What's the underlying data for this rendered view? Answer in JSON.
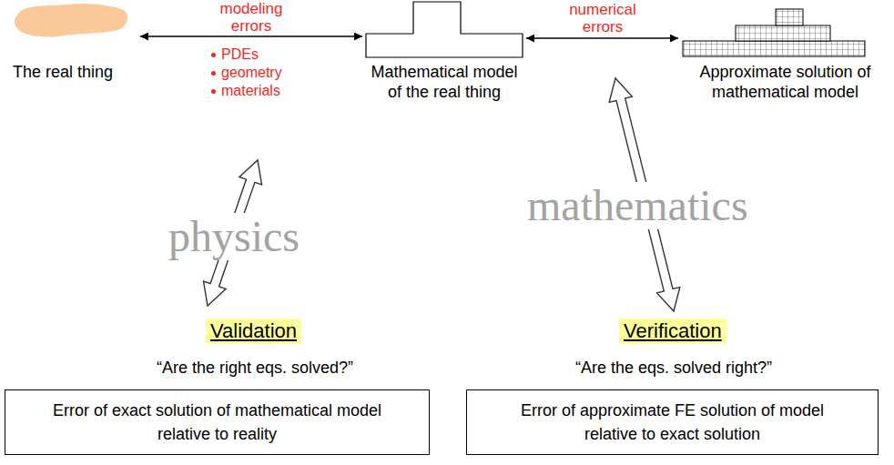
{
  "diagram": {
    "nodes": [
      {
        "text": [
          "The real thing"
        ]
      },
      {
        "text": [
          "Mathematical model of the real thing"
        ]
      },
      {
        "text": [
          "Approximate solution of mathematical model"
        ]
      },
      {
        "text": [
          "Validation"
        ]
      },
      {
        "text": [
          "Verification"
        ]
      },
      {
        "text": [
          "Error of exact solution of mathematical model relative to reality"
        ]
      },
      {
        "text": [
          "Error of approximate FE solution of model relative to exact solution"
        ]
      }
    ],
    "edges": [
      {
        "from": 0,
        "to": 1,
        "label": "modeling errors",
        "arrow": "both"
      },
      {
        "from": 1,
        "to": 2,
        "label": "numerical errors",
        "arrow": "both"
      }
    ],
    "labels": [
      "PDEs",
      "geometry",
      "materials",
      "physics",
      "mathematics",
      "“Are the right eqs. solved?”",
      "“Are the eqs. solved right?”"
    ]
  }
}
